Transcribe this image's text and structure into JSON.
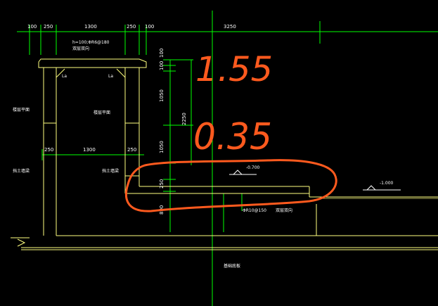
{
  "dimensions": {
    "top": [
      "100",
      "250",
      "1300",
      "250",
      "100",
      "3250"
    ],
    "vertical": [
      "100",
      "100",
      "1050",
      "2250",
      "1050",
      "250",
      "800"
    ],
    "mid": [
      "250",
      "1300",
      "250"
    ]
  },
  "labels": {
    "slab_note": "h=100;ΦR6@180",
    "slab_note2": "双层双向",
    "la_left": "La",
    "la_right": "La",
    "floor_left": "楼层平面",
    "floor_mid": "楼层平面",
    "wall_left": "挡土墙梁",
    "wall_mid": "挡土墙梁",
    "floor_slab_note": "ΦR10@150",
    "floor_slab_note2": "双层双向",
    "foundation": "基础底板",
    "elev_left": "-0.700",
    "elev_right": "-1.000"
  },
  "annotation": {
    "line1": "1.55",
    "line2": "0.35"
  },
  "colors": {
    "background": "#000000",
    "structure": "#ffff7f",
    "dimension": "#00ff00",
    "text": "#ffffff",
    "handwriting": "#ff5a1e"
  }
}
